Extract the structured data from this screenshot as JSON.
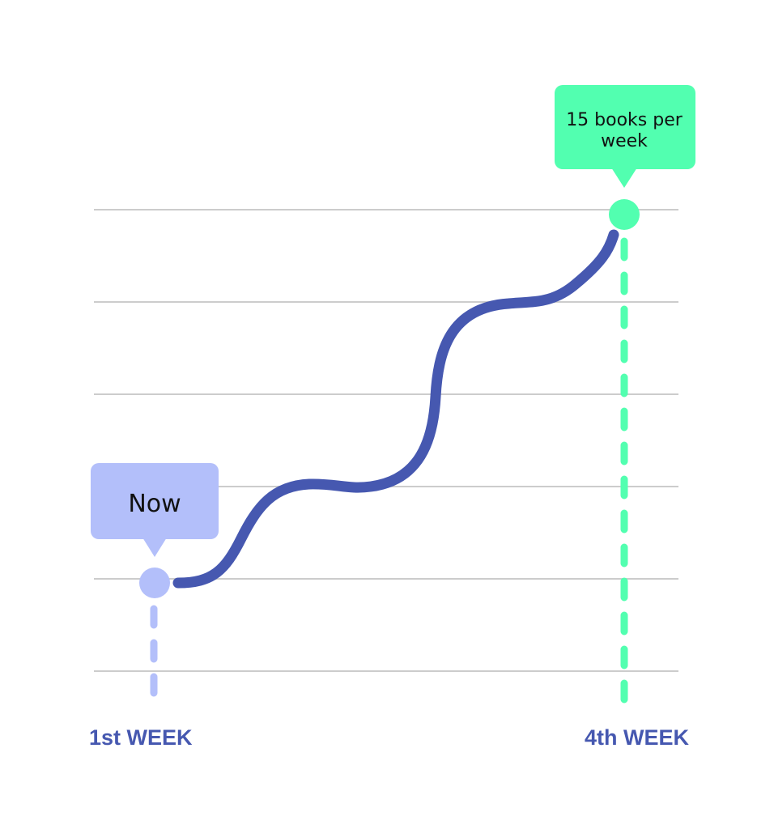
{
  "chart_data": {
    "type": "line",
    "x_labels": [
      "1st WEEK",
      "4th WEEK"
    ],
    "start": {
      "label": "Now",
      "color": "#b3bffa"
    },
    "end": {
      "label_lines": [
        "15 books per",
        "week"
      ],
      "color": "#52ffb0"
    },
    "line_color": "#4658b0",
    "label_color": "#4658b0",
    "grid_color": "#cccccc",
    "grid": true
  }
}
